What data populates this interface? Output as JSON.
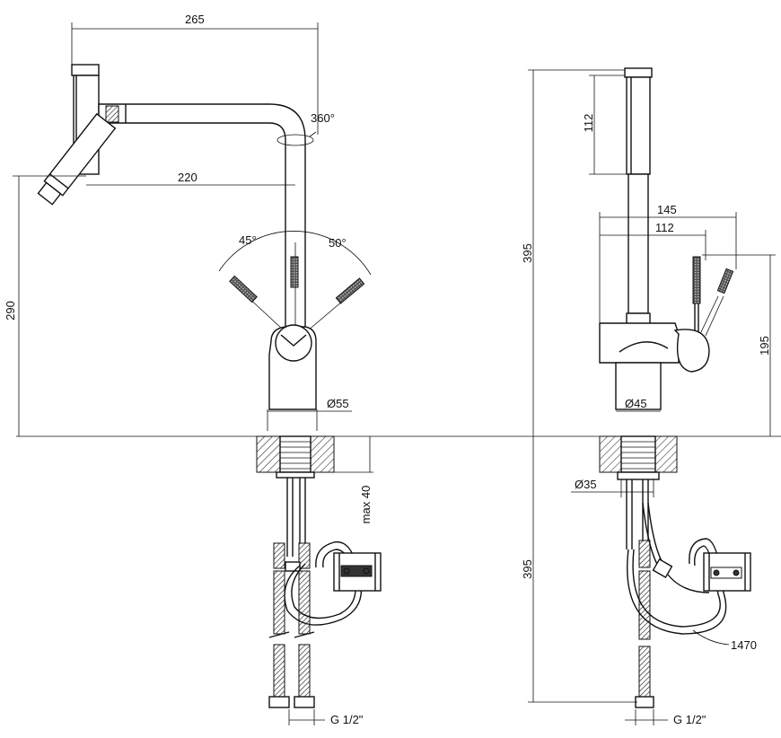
{
  "front_view": {
    "dims": {
      "overall_width": "265",
      "spout_reach": "220",
      "height": "290",
      "rotation": "360°",
      "lever_left": "45°",
      "lever_right": "50°",
      "base_dia": "Ø55",
      "max_thickness": "max 40",
      "thread": "G 1/2\""
    }
  },
  "side_view": {
    "dims": {
      "head_length": "112",
      "overall_depth": "145",
      "depth": "112",
      "total_height": "395",
      "lever_height": "195",
      "body_dia": "Ø45",
      "shank_dia": "Ø35",
      "hose_length": "395",
      "hose_total": "1470",
      "thread": "G 1/2\""
    }
  }
}
